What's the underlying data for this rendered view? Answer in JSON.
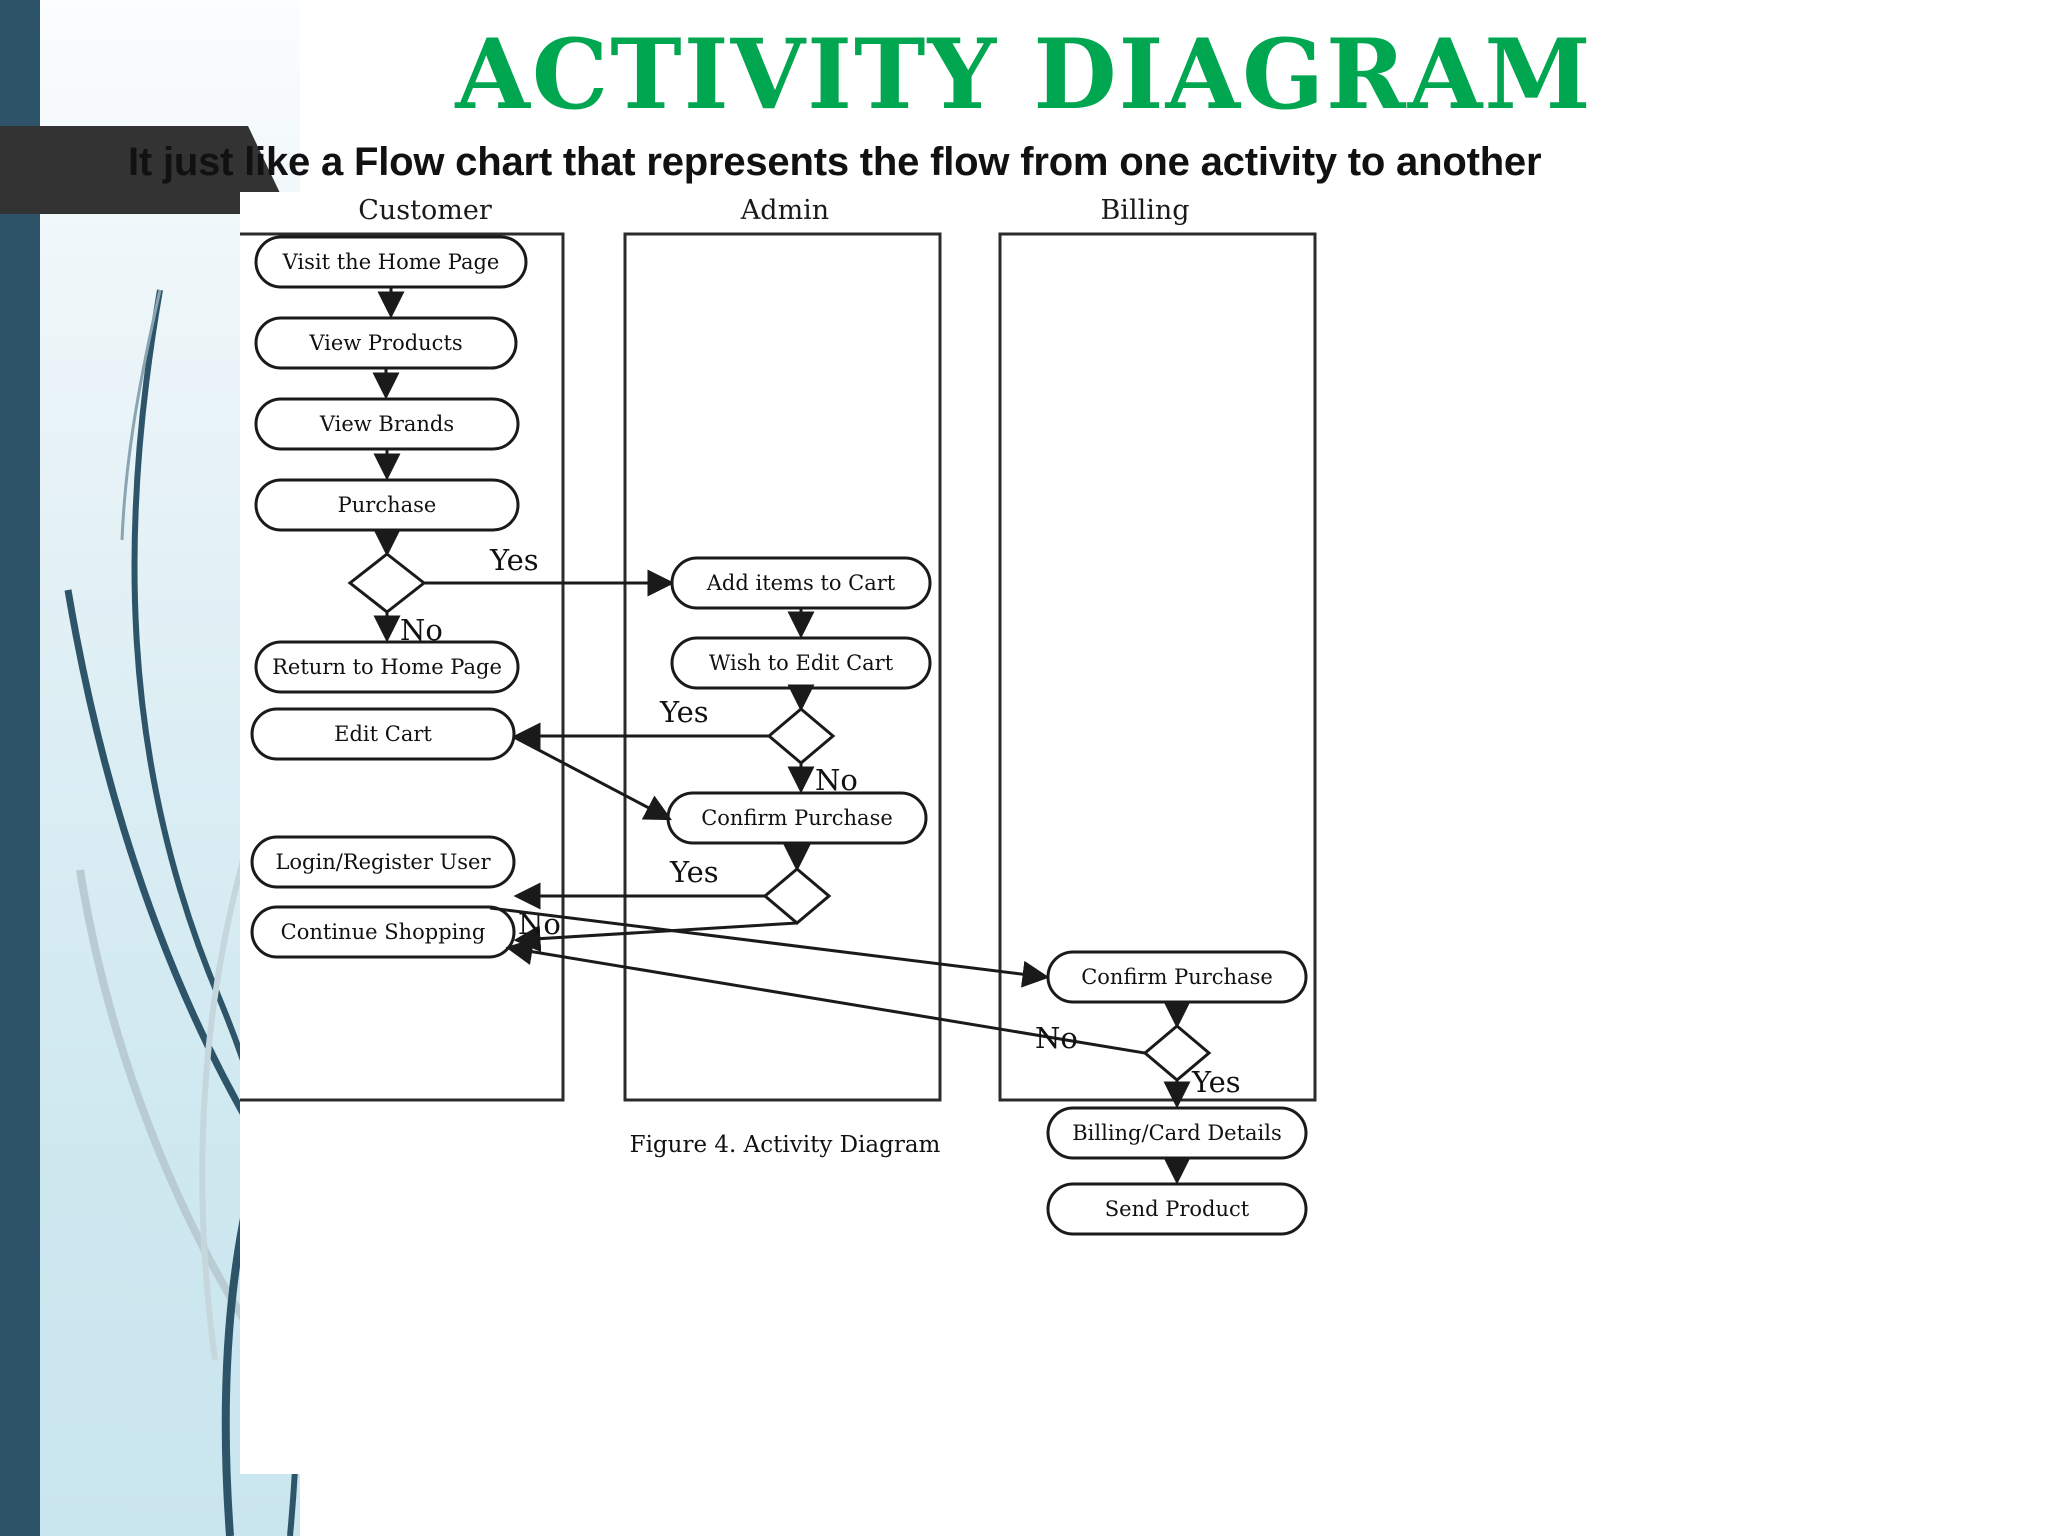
{
  "slide": {
    "title": "ACTIVITY DIAGRAM",
    "subtitle": "It just like a Flow chart that represents the flow from one activity to another",
    "title_color": "#00a650",
    "banner_color": "#333333",
    "accent_bar_color": "#2d5468"
  },
  "diagram": {
    "caption": "Figure 4. Activity Diagram",
    "lanes": [
      {
        "id": "customer",
        "title": "Customer"
      },
      {
        "id": "admin",
        "title": "Admin"
      },
      {
        "id": "billing",
        "title": "Billing"
      }
    ],
    "nodes": [
      {
        "id": "n1",
        "lane": "customer",
        "type": "activity",
        "label": "Visit the Home Page"
      },
      {
        "id": "n2",
        "lane": "customer",
        "type": "activity",
        "label": "View Products"
      },
      {
        "id": "n3",
        "lane": "customer",
        "type": "activity",
        "label": "View Brands"
      },
      {
        "id": "n4",
        "lane": "customer",
        "type": "activity",
        "label": "Purchase"
      },
      {
        "id": "d1",
        "lane": "customer",
        "type": "decision",
        "label": ""
      },
      {
        "id": "n5",
        "lane": "customer",
        "type": "activity",
        "label": "Return to Home Page"
      },
      {
        "id": "n6",
        "lane": "customer",
        "type": "activity",
        "label": "Edit Cart"
      },
      {
        "id": "n7",
        "lane": "customer",
        "type": "activity",
        "label": "Login/Register User"
      },
      {
        "id": "n8",
        "lane": "customer",
        "type": "activity",
        "label": "Continue Shopping"
      },
      {
        "id": "a1",
        "lane": "admin",
        "type": "activity",
        "label": "Add items to Cart"
      },
      {
        "id": "a2",
        "lane": "admin",
        "type": "activity",
        "label": "Wish to Edit Cart"
      },
      {
        "id": "d2",
        "lane": "admin",
        "type": "decision",
        "label": ""
      },
      {
        "id": "a3",
        "lane": "admin",
        "type": "activity",
        "label": "Confirm Purchase"
      },
      {
        "id": "d3",
        "lane": "admin",
        "type": "decision",
        "label": ""
      },
      {
        "id": "b1",
        "lane": "billing",
        "type": "activity",
        "label": "Confirm Purchase"
      },
      {
        "id": "d4",
        "lane": "billing",
        "type": "decision",
        "label": ""
      },
      {
        "id": "b2",
        "lane": "billing",
        "type": "activity",
        "label": "Billing/Card Details"
      },
      {
        "id": "b3",
        "lane": "billing",
        "type": "activity",
        "label": "Send Product"
      }
    ],
    "edge_labels": [
      {
        "id": "e-yes-1",
        "text": "Yes"
      },
      {
        "id": "e-no-1",
        "text": "No"
      },
      {
        "id": "e-yes-2",
        "text": "Yes"
      },
      {
        "id": "e-no-2",
        "text": "No"
      },
      {
        "id": "e-yes-3",
        "text": "Yes"
      },
      {
        "id": "e-no-3",
        "text": "No"
      },
      {
        "id": "e-no-4",
        "text": "No"
      },
      {
        "id": "e-yes-4",
        "text": "Yes"
      }
    ]
  }
}
